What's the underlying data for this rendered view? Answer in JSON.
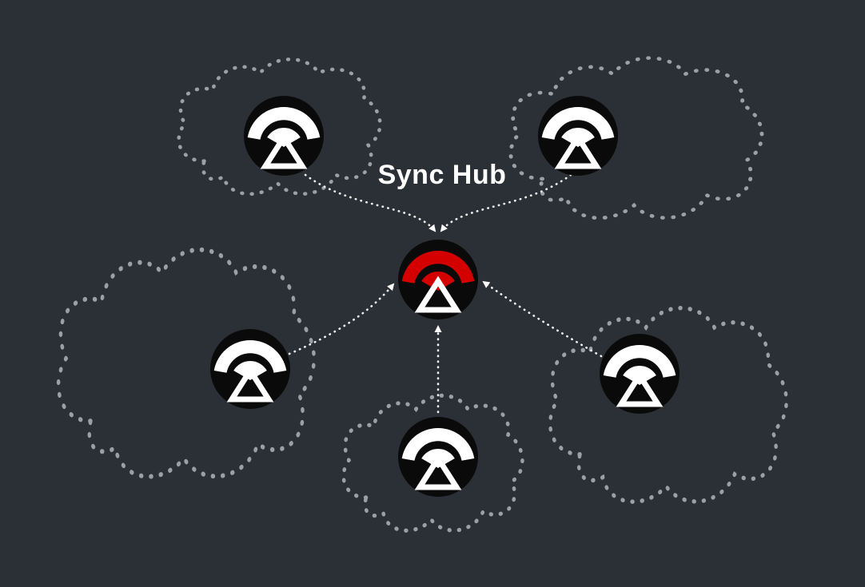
{
  "diagram": {
    "title": "Sync Hub",
    "hub": {
      "id": "sync-hub",
      "accent_color": "#d40000"
    },
    "peers": [
      {
        "id": "peer-top-left"
      },
      {
        "id": "peer-top-right"
      },
      {
        "id": "peer-left"
      },
      {
        "id": "peer-right"
      },
      {
        "id": "peer-bottom"
      }
    ],
    "colors": {
      "background": "#2b3036",
      "cloud_outline": "#9aa0a4",
      "arrow": "#f2f2f2",
      "node_fill": "#0a0a0a",
      "node_glyph": "#ffffff",
      "hub_accent": "#d40000",
      "title_text": "#ffffff"
    }
  }
}
